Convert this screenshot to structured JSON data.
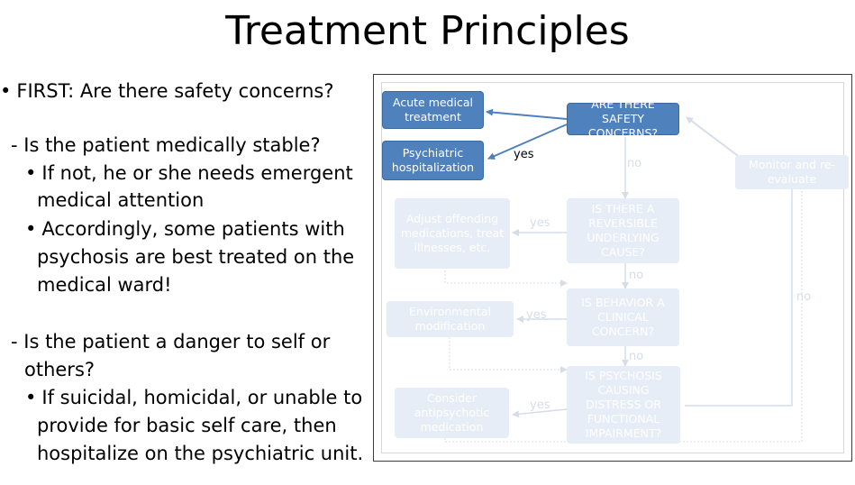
{
  "title": "Treatment Principles",
  "bullets": {
    "b1": "FIRST:  Are there safety concerns?",
    "b2": "- Is the patient medically stable?",
    "b3a": "If not, he or she needs emergent",
    "b3b": "medical attention",
    "b4a": "Accordingly, some patients with",
    "b4b": "psychosis are best treated on the",
    "b4c": "medical ward!",
    "b5a": "- Is the patient a danger to self or",
    "b5b": "others?",
    "b6a": "If suicidal, homicidal, or unable to",
    "b6b": "provide for basic self care, then",
    "b6c": "hospitalize on the psychiatric unit."
  },
  "flowchart": {
    "nodes": {
      "acute": "Acute medical treatment",
      "psych": "Psychiatric hospitalization",
      "safety": "ARE THERE SAFETY CONCERNS?",
      "monitor": "Monitor and re-evaluate",
      "adjust": "Adjust offending medications, treat illnesses, etc.",
      "reversible": "IS THERE A REVERSIBLE UNDERLYING CAUSE?",
      "env": "Environmental modification",
      "behavior": "IS BEHAVIOR A CLINICAL CONCERN?",
      "antipsych": "Consider antipsychotic medication",
      "psychosis": "IS PSYCHOSIS CAUSING DISTRESS OR FUNCTIONAL IMPAIRMENT?"
    },
    "labels": {
      "yes": "yes",
      "no": "no"
    },
    "colors": {
      "active_fill": "#4f81bd",
      "inactive_fill": "#e6edf6",
      "inactive_line": "#d6dde8"
    }
  }
}
